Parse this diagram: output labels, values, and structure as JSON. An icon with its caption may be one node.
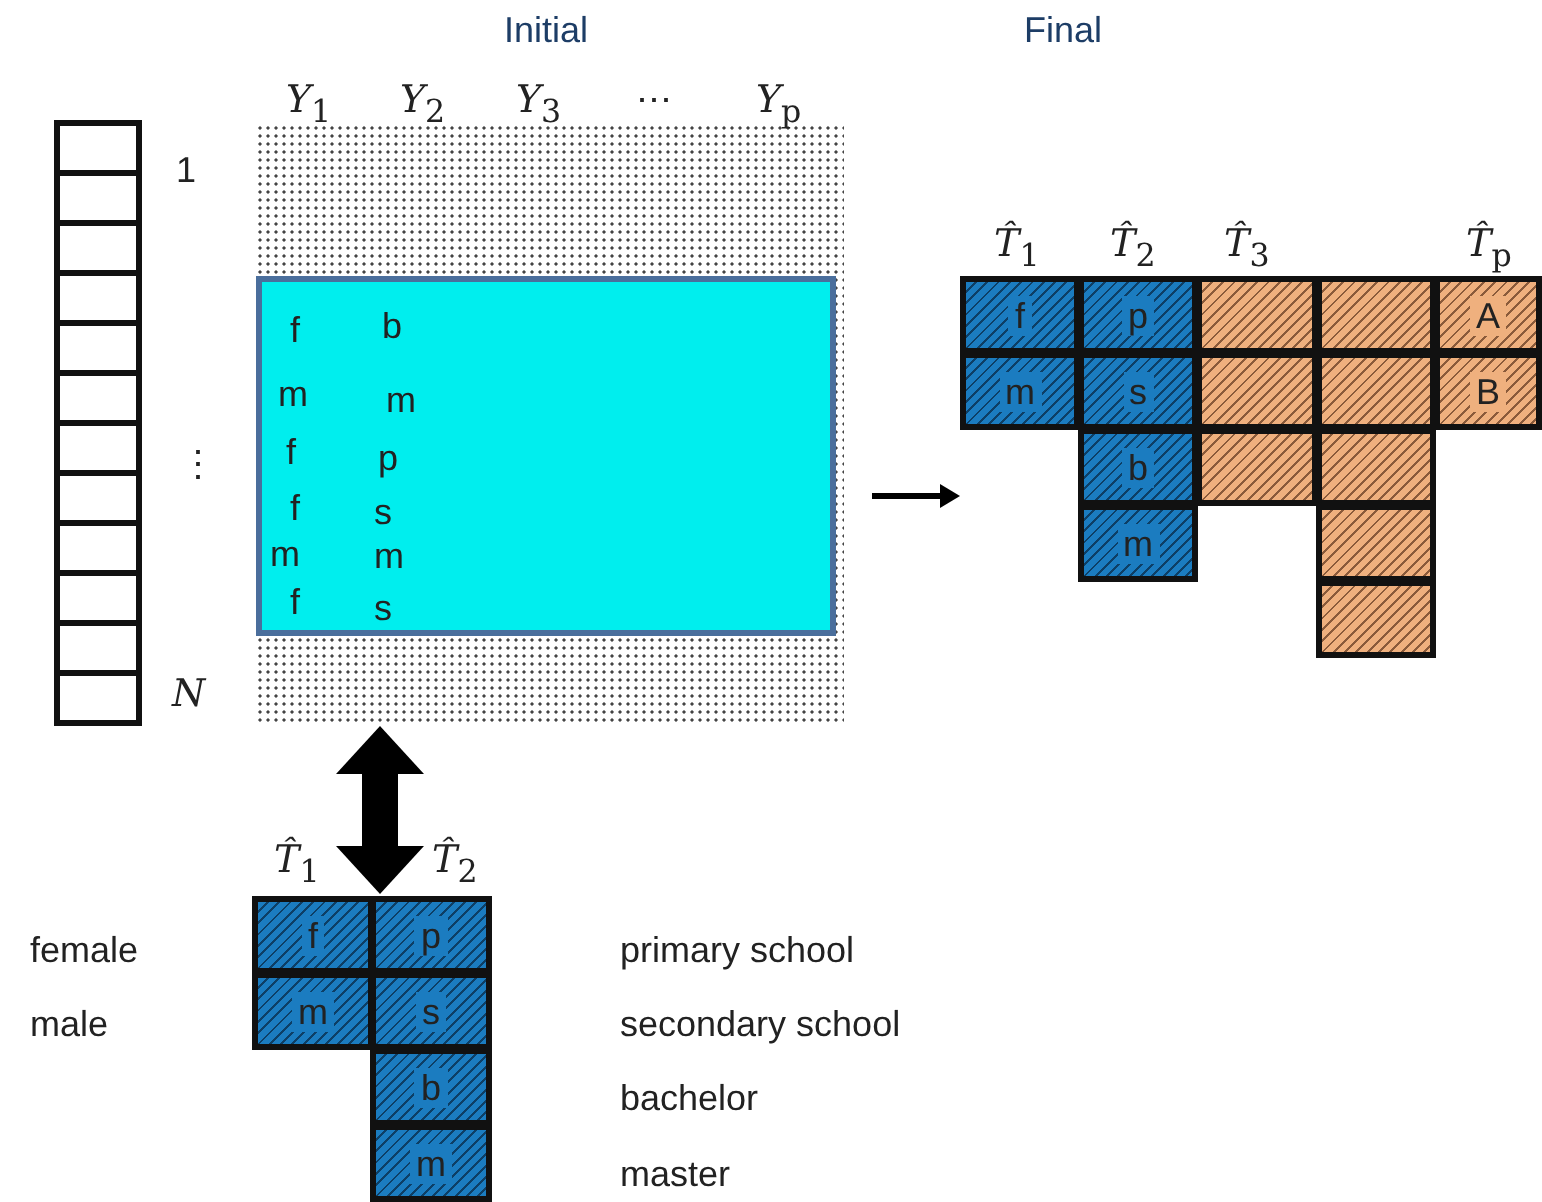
{
  "diagram": {
    "nodes": [
      {
        "text": [],
        "shape": "box"
      },
      {
        "text": [],
        "shape": "box"
      },
      {
        "text": [
          "f",
          "b",
          "m",
          "m",
          "f",
          "p",
          "f",
          "s",
          "m",
          "m",
          "f",
          "s"
        ],
        "in": 1
      },
      {
        "text": [],
        "shape": "box"
      },
      {
        "text": [
          "f"
        ],
        "in": 3
      },
      {
        "text": [
          "p"
        ],
        "in": 3
      },
      {
        "text": [],
        "shape": "box",
        "in": 3
      },
      {
        "text": [],
        "shape": "box",
        "in": 3
      },
      {
        "text": [
          "A"
        ],
        "in": 3
      },
      {
        "text": [
          "m"
        ],
        "in": 3
      },
      {
        "text": [
          "s"
        ],
        "in": 3
      },
      {
        "text": [],
        "shape": "box",
        "in": 3
      },
      {
        "text": [],
        "shape": "box",
        "in": 3
      },
      {
        "text": [
          "B"
        ],
        "in": 3
      },
      {
        "text": [
          "b"
        ],
        "in": 3
      },
      {
        "text": [],
        "shape": "box",
        "in": 3
      },
      {
        "text": [],
        "shape": "box",
        "in": 3
      },
      {
        "text": [
          "m"
        ],
        "in": 3
      },
      {
        "text": [],
        "shape": "box",
        "in": 3
      },
      {
        "text": [],
        "shape": "box",
        "in": 3
      },
      {
        "text": [],
        "shape": "box"
      },
      {
        "text": [
          "f"
        ],
        "in": 20
      },
      {
        "text": [
          "p"
        ],
        "in": 20
      },
      {
        "text": [
          "m"
        ],
        "in": 20
      },
      {
        "text": [
          "s"
        ],
        "in": 20
      },
      {
        "text": [
          "b"
        ],
        "in": 20
      },
      {
        "text": [
          "m"
        ],
        "in": 20
      }
    ],
    "edges": [
      {
        "from": 1,
        "to": 3,
        "arrow": "to"
      },
      {
        "from": 1,
        "to": 20,
        "arrow": "both",
        "style": "thick"
      }
    ],
    "labels": [
      "Initial",
      "Final",
      "*Y*$_{1}$",
      "*Y*$_{2}$",
      "*Y*$_{3}$",
      "⋯",
      "*Y*$_{p}$",
      "1",
      "⋮",
      "*N*",
      "*T̂*$_{1}$",
      "*T̂*$_{2}$",
      "*T̂*$_{3}$",
      "*T̂*$_{p}$",
      "*T̂*$_{1}$",
      "*T̂*$_{2}$",
      "female",
      "primary school",
      "male",
      "secondary school",
      "bachelor",
      "master"
    ]
  }
}
